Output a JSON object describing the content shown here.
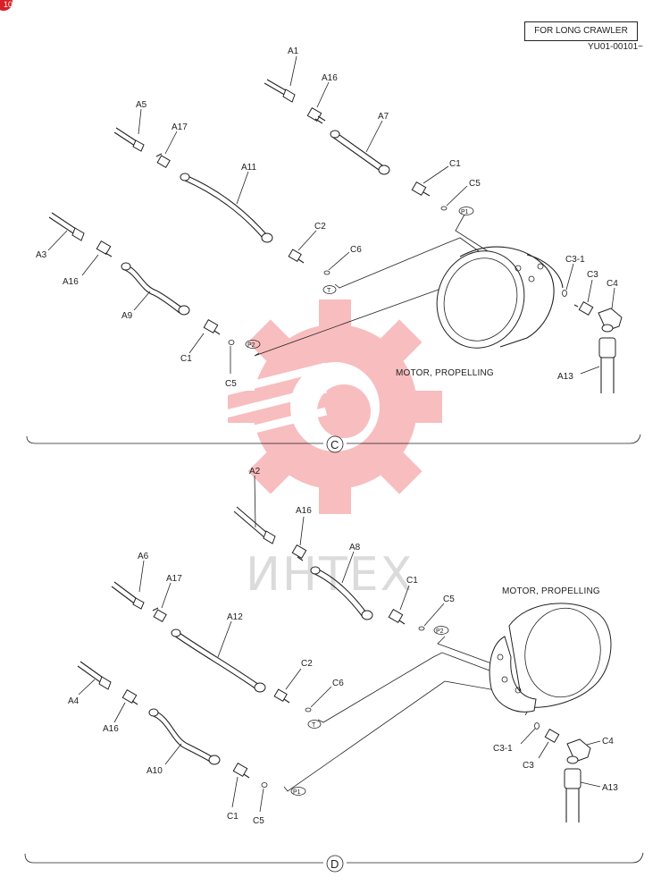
{
  "header": {
    "variant": "FOR LONG CRAWLER",
    "serial": "YU01-00101~"
  },
  "badge": "10",
  "watermark": {
    "text": "ИНТЕХ",
    "color": "#e8343a"
  },
  "sections": {
    "C": {
      "marker": "C",
      "motor_label": "MOTOR, PROPELLING",
      "labels": {
        "a1": "A1",
        "a16a": "A16",
        "a5": "A5",
        "a17": "A17",
        "a7": "A7",
        "a11": "A11",
        "c1a": "C1",
        "c5a": "C5",
        "p1": "P1",
        "a3": "A3",
        "a16b": "A16",
        "c2": "C2",
        "c6": "C6",
        "t": "T",
        "a9": "A9",
        "c1b": "C1",
        "p2": "P2",
        "c5b": "C5",
        "c31": "C3-1",
        "c3": "C3",
        "c4": "C4",
        "a13": "A13"
      }
    },
    "D": {
      "marker": "D",
      "motor_label": "MOTOR, PROPELLING",
      "labels": {
        "a2": "A2",
        "a16a": "A16",
        "a8": "A8",
        "c1a": "C1",
        "c5a": "C5",
        "p2": "P2",
        "a6": "A6",
        "a17": "A17",
        "a12": "A12",
        "c2": "C2",
        "c6": "C6",
        "t": "T",
        "a4": "A4",
        "a16b": "A16",
        "a10": "A10",
        "c1b": "C1",
        "c5b": "C5",
        "p1": "P1",
        "c31": "C3-1",
        "c3": "C3",
        "c4": "C4",
        "a13": "A13"
      }
    }
  }
}
